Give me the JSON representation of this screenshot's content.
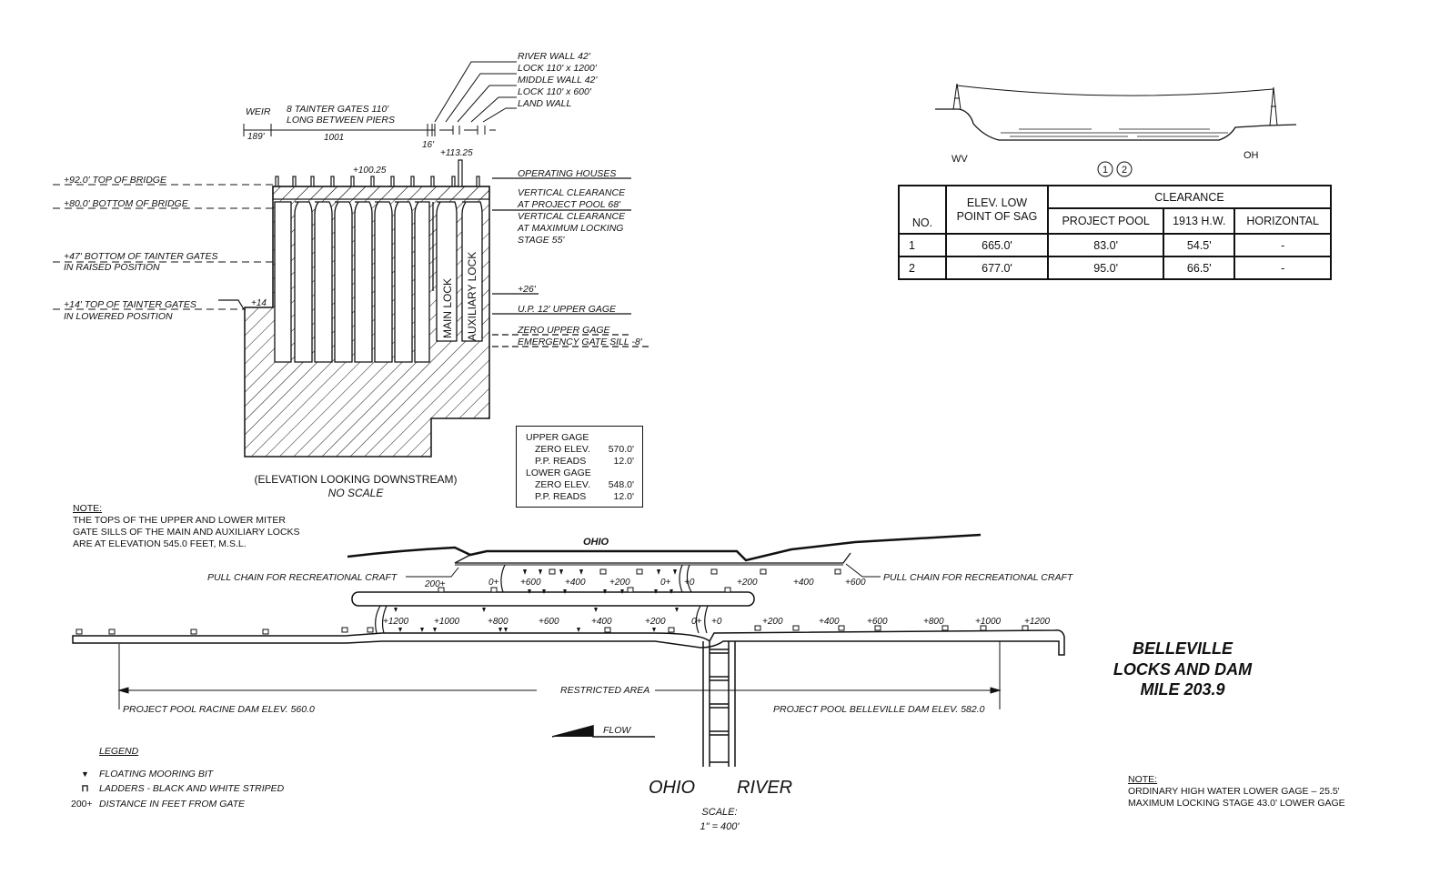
{
  "elevation": {
    "caption": "(ELEVATION LOOKING DOWNSTREAM)",
    "scale_note": "NO SCALE",
    "top_labels": {
      "weir": "WEIR",
      "weir_len": "189'",
      "tainter": "8 TAINTER GATES 110'",
      "tainter2": "LONG BETWEEN PIERS",
      "tainter_len": "1001",
      "pier": "16'",
      "walls": [
        "RIVER WALL 42'",
        "LOCK 110' x 1200'",
        "MIDDLE WALL 42'",
        "LOCK 110' x 600'",
        "LAND WALL"
      ],
      "elev_100": "+100.25",
      "elev_113": "+113.25"
    },
    "left_labels": [
      "+92.0' TOP OF BRIDGE",
      "+80.0' BOTTOM OF BRIDGE",
      "+47' BOTTOM OF TAINTER GATES",
      "IN RAISED POSITION",
      "+14' TOP OF TAINTER GATES",
      "IN LOWERED POSITION",
      "+14"
    ],
    "right_labels": [
      "OPERATING HOUSES",
      "VERTICAL CLEARANCE",
      "AT PROJECT POOL 68'",
      "VERTICAL CLEARANCE",
      "AT MAXIMUM LOCKING",
      "STAGE 55'",
      "+26'",
      "U.P. 12' UPPER GAGE",
      "ZERO UPPER GAGE",
      "EMERGENCY GATE SILL -8'"
    ],
    "lock_labels": [
      "MAIN LOCK",
      "AUXILIARY LOCK"
    ]
  },
  "cable_profile": {
    "left": "WV",
    "right": "OH",
    "markers": [
      "1",
      "2"
    ]
  },
  "clearance_table": {
    "headers": {
      "no": "NO.",
      "elev": "ELEV. LOW",
      "elev2": "POINT OF SAG",
      "clearance": "CLEARANCE",
      "pool": "PROJECT POOL",
      "hw": "1913 H.W.",
      "horiz": "HORIZONTAL"
    },
    "rows": [
      [
        "1",
        "665.0'",
        "83.0'",
        "54.5'",
        "-"
      ],
      [
        "2",
        "677.0'",
        "95.0'",
        "66.5'",
        "-"
      ]
    ]
  },
  "gage_box": {
    "upper": "UPPER GAGE",
    "upper_zero_label": "ZERO ELEV.",
    "upper_zero": "570.0'",
    "upper_pp_label": "P.P. READS",
    "upper_pp": "12.0'",
    "lower": "LOWER GAGE",
    "lower_zero_label": "ZERO ELEV.",
    "lower_zero": "548.0'",
    "lower_pp_label": "P.P. READS",
    "lower_pp": "12.0'"
  },
  "note_left": {
    "heading": "NOTE:",
    "lines": [
      "THE TOPS OF THE UPPER AND LOWER MITER",
      "GATE SILLS OF THE MAIN AND AUXILIARY LOCKS",
      "ARE AT ELEVATION 545.0 FEET, M.S.L."
    ]
  },
  "plan": {
    "ohio": "OHIO",
    "pull_chain_left": "PULL CHAIN FOR RECREATIONAL CRAFT",
    "pull_chain_right": "PULL CHAIN FOR RECREATIONAL CRAFT",
    "upper_stations": [
      "200+",
      "0+",
      "+600",
      "+400",
      "+200",
      "0+",
      "+0",
      "+200",
      "+400",
      "+600"
    ],
    "lower_stations": [
      "+1200",
      "+1000",
      "+800",
      "+600",
      "+400",
      "+200",
      "0+",
      "+0",
      "+200",
      "+400",
      "+600",
      "+800",
      "+1000",
      "+1200"
    ],
    "restricted": "RESTRICTED AREA",
    "pool_left": "PROJECT POOL RACINE DAM ELEV. 560.0",
    "pool_right": "PROJECT POOL BELLEVILLE DAM ELEV. 582.0",
    "flow": "FLOW",
    "river1": "OHIO",
    "river2": "RIVER",
    "scale": "SCALE:",
    "scale_val": "1\" = 400'"
  },
  "legend": {
    "title": "LEGEND",
    "items": [
      {
        "sym": "▼",
        "text": "FLOATING MOORING BIT"
      },
      {
        "sym": "⊓",
        "text": "LADDERS -  BLACK AND WHITE STRIPED"
      },
      {
        "sym": "200+",
        "text": "DISTANCE IN FEET FROM GATE"
      }
    ]
  },
  "title": [
    "BELLEVILLE",
    "LOCKS AND DAM",
    "MILE 203.9"
  ],
  "note_right": {
    "heading": "NOTE:",
    "lines": [
      "ORDINARY HIGH WATER LOWER GAGE – 25.5'",
      "MAXIMUM LOCKING STAGE 43.0' LOWER GAGE"
    ]
  }
}
